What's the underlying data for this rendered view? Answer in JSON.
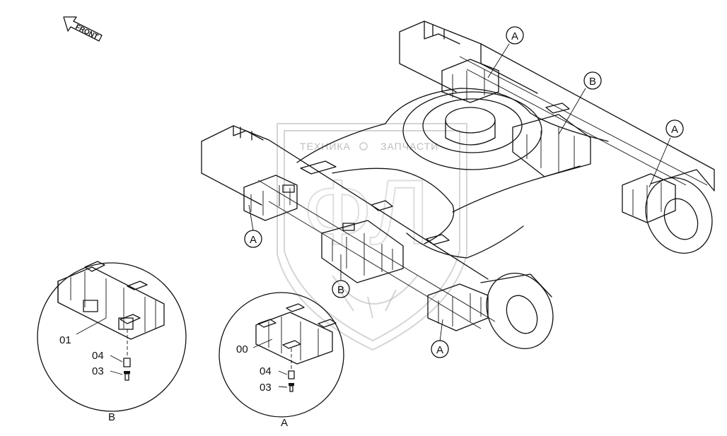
{
  "front_label": "FRONT",
  "watermark": {
    "text_left": "ТЕХНИКА",
    "text_right": "ЗАПЧАСТИ",
    "logo_text": "ФЛ"
  },
  "callouts": {
    "a1": "A",
    "a2": "A",
    "a3": "A",
    "a4": "A",
    "b1": "B",
    "b2": "B"
  },
  "detail_b": {
    "title": "B",
    "parts": [
      "01",
      "04",
      "03"
    ]
  },
  "detail_a": {
    "title": "A",
    "parts": [
      "00",
      "04",
      "03"
    ]
  }
}
